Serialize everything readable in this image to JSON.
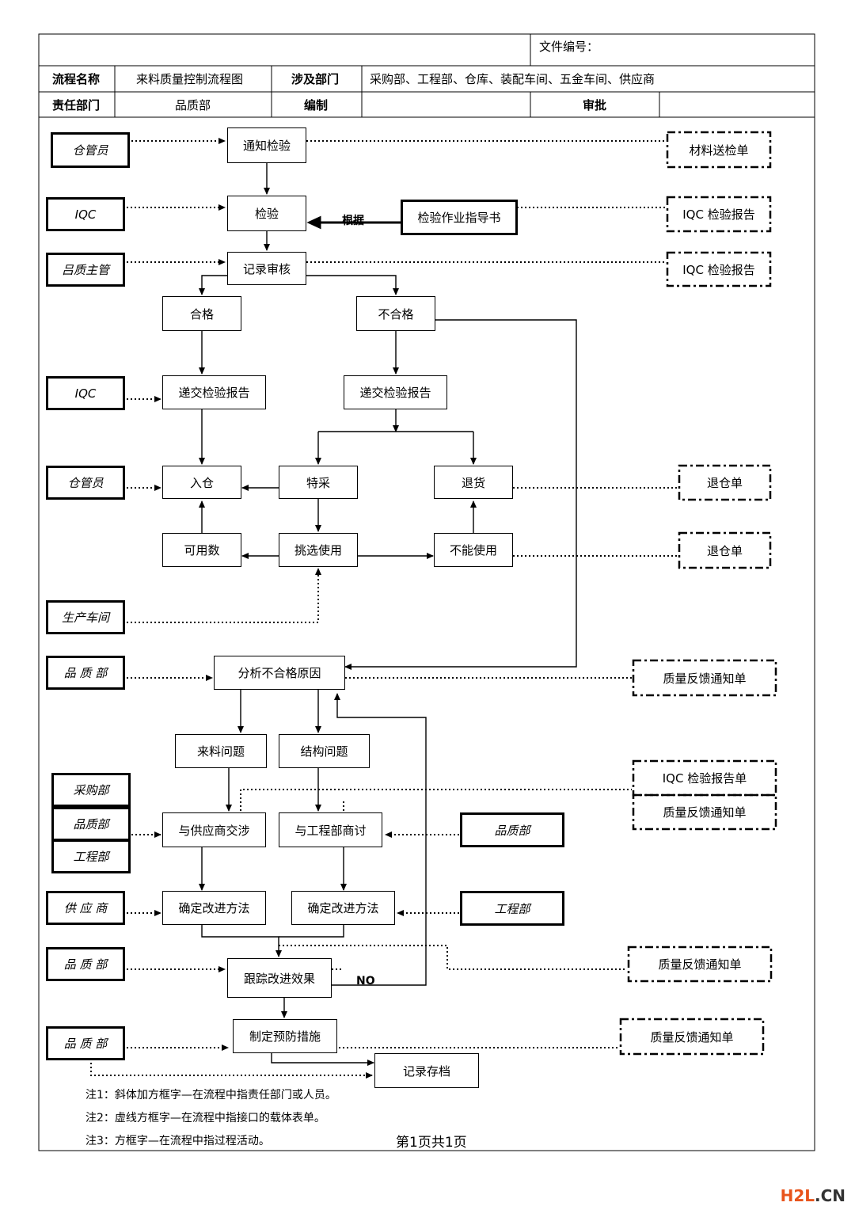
{
  "header": {
    "file_no_label": "文件编号：",
    "process_name_label": "流程名称",
    "process_name": "来料质量控制流程图",
    "depts_label": "涉及部门",
    "depts": "采购部、工程部、仓库、装配车间、五金车间、供应商",
    "resp_label": "责任部门",
    "resp": "品质部",
    "prepared_label": "编制",
    "approve_label": "审批"
  },
  "roles": {
    "r1": "仓管员",
    "r2": "IQC",
    "r3": "吕质主管",
    "r4": "IQC",
    "r5": "仓管员",
    "r6": "生产车间",
    "r7": "品 质 部",
    "r8": "采购部",
    "r9": "品质部",
    "r10": "工程部",
    "r11": "品质部",
    "r12": "供 应 商",
    "r13": "工程部",
    "r14": "品 质 部",
    "r15": "品 质 部"
  },
  "activities": {
    "a1": "通知检验",
    "a2": "检验",
    "a3": "检验作业指导书",
    "a4": "记录审核",
    "a5": "合格",
    "a6": "不合格",
    "a7": "递交检验报告",
    "a8": "递交检验报告",
    "a9": "入仓",
    "a10": "特采",
    "a11": "退货",
    "a12": "可用数",
    "a13": "挑选使用",
    "a14": "不能使用",
    "a15": "分析不合格原因",
    "a16": "来料问题",
    "a17": "结构问题",
    "a18": "与供应商交涉",
    "a19": "与工程部商讨",
    "a20": "确定改进方法",
    "a21": "确定改进方法",
    "a22": "跟踪改进效果",
    "a23": "制定预防措施",
    "a24": "记录存档"
  },
  "forms": {
    "f1": "材料送检单",
    "f2": "IQC 检验报告",
    "f3": "IQC 检验报告",
    "f4": "退仓单",
    "f5": "退仓单",
    "f6": "质量反馈通知单",
    "f7": "IQC 检验报告单",
    "f8": "质量反馈通知单",
    "f9": "质量反馈通知单",
    "f10": "质量反馈通知单"
  },
  "labels": {
    "basis": "根据",
    "no": "NO"
  },
  "notes": {
    "n1": "注1：斜体加方框字—在流程中指责任部门或人员。",
    "n2": "注2：虚线方框字—在流程中指接口的载体表单。",
    "n3": "注3：方框字—在流程中指过程活动。",
    "page": "第1页共1页"
  },
  "watermark": "H2L.CN"
}
